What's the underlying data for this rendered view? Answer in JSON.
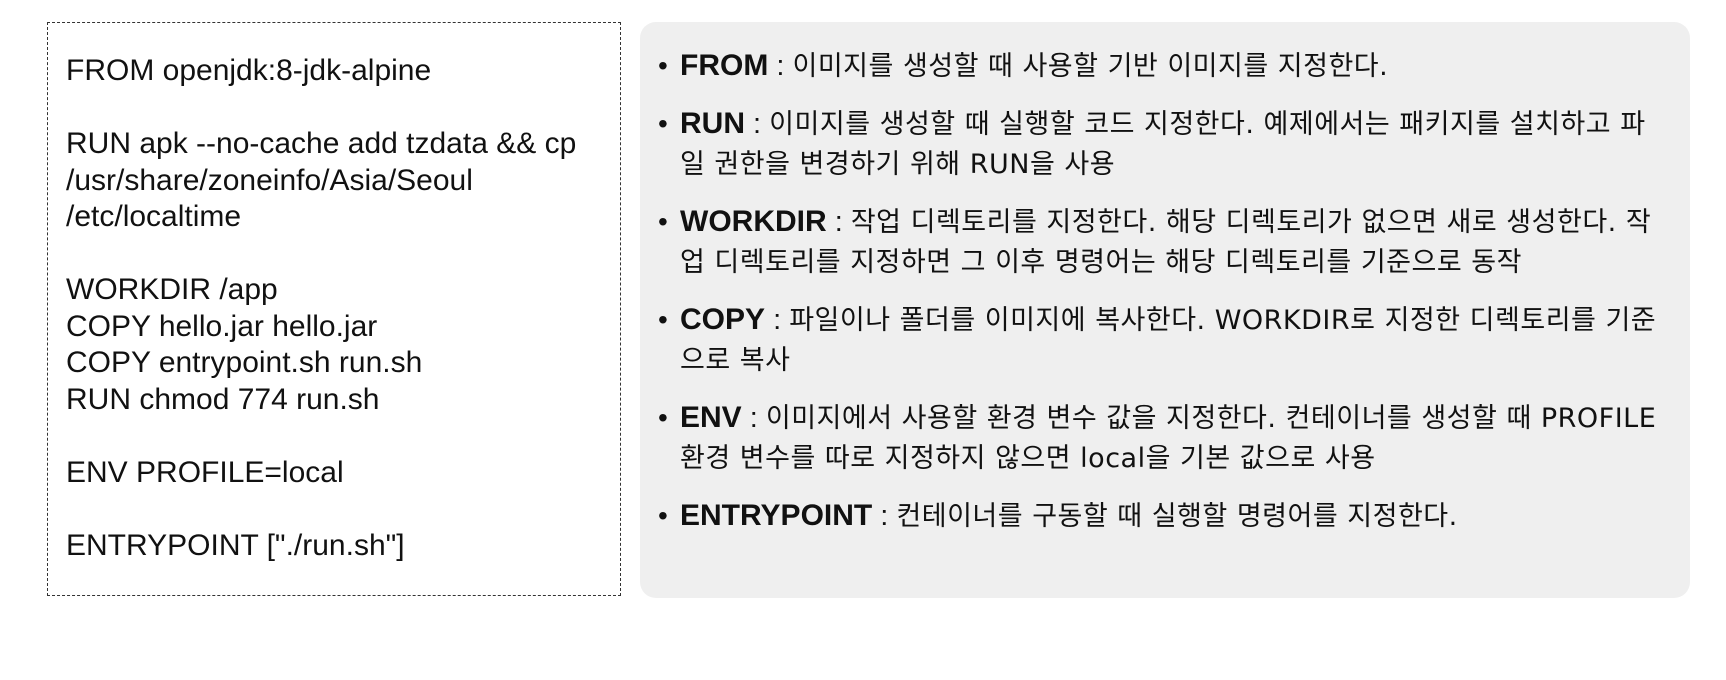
{
  "dockerfile": {
    "lines": [
      "FROM openjdk:8-jdk-alpine",
      "",
      "RUN apk --no-cache add tzdata && cp",
      "/usr/share/zoneinfo/Asia/Seoul",
      "/etc/localtime",
      "",
      "WORKDIR /app",
      "COPY hello.jar hello.jar",
      "COPY entrypoint.sh run.sh",
      "RUN chmod 774 run.sh",
      "",
      "ENV PROFILE=local",
      "",
      "ENTRYPOINT [\"./run.sh\"]"
    ]
  },
  "explanations": {
    "bullet": "•",
    "separator": " : ",
    "items": [
      {
        "keyword": "FROM",
        "text": "이미지를 생성할 때 사용할 기반 이미지를 지정한다."
      },
      {
        "keyword": "RUN",
        "text": "이미지를 생성할 때 실행할 코드 지정한다. 예제에서는 패키지를 설치하고 파일 권한을 변경하기 위해 RUN을 사용"
      },
      {
        "keyword": "WORKDIR",
        "text": "작업 디렉토리를 지정한다. 해당 디렉토리가 없으면 새로 생성한다. 작업 디렉토리를 지정하면 그 이후 명령어는 해당 디렉토리를 기준으로 동작"
      },
      {
        "keyword": "COPY",
        "text": "파일이나 폴더를 이미지에 복사한다. WORKDIR로 지정한 디렉토리를 기준으로 복사"
      },
      {
        "keyword": "ENV",
        "text": "이미지에서 사용할 환경 변수 값을 지정한다. 컨테이너를 생성할 때 PROFILE 환경 변수를 따로 지정하지 않으면 local을 기본 값으로 사용"
      },
      {
        "keyword": "ENTRYPOINT",
        "text": "컨테이너를 구동할 때 실행할 명령어를 지정한다."
      }
    ]
  }
}
